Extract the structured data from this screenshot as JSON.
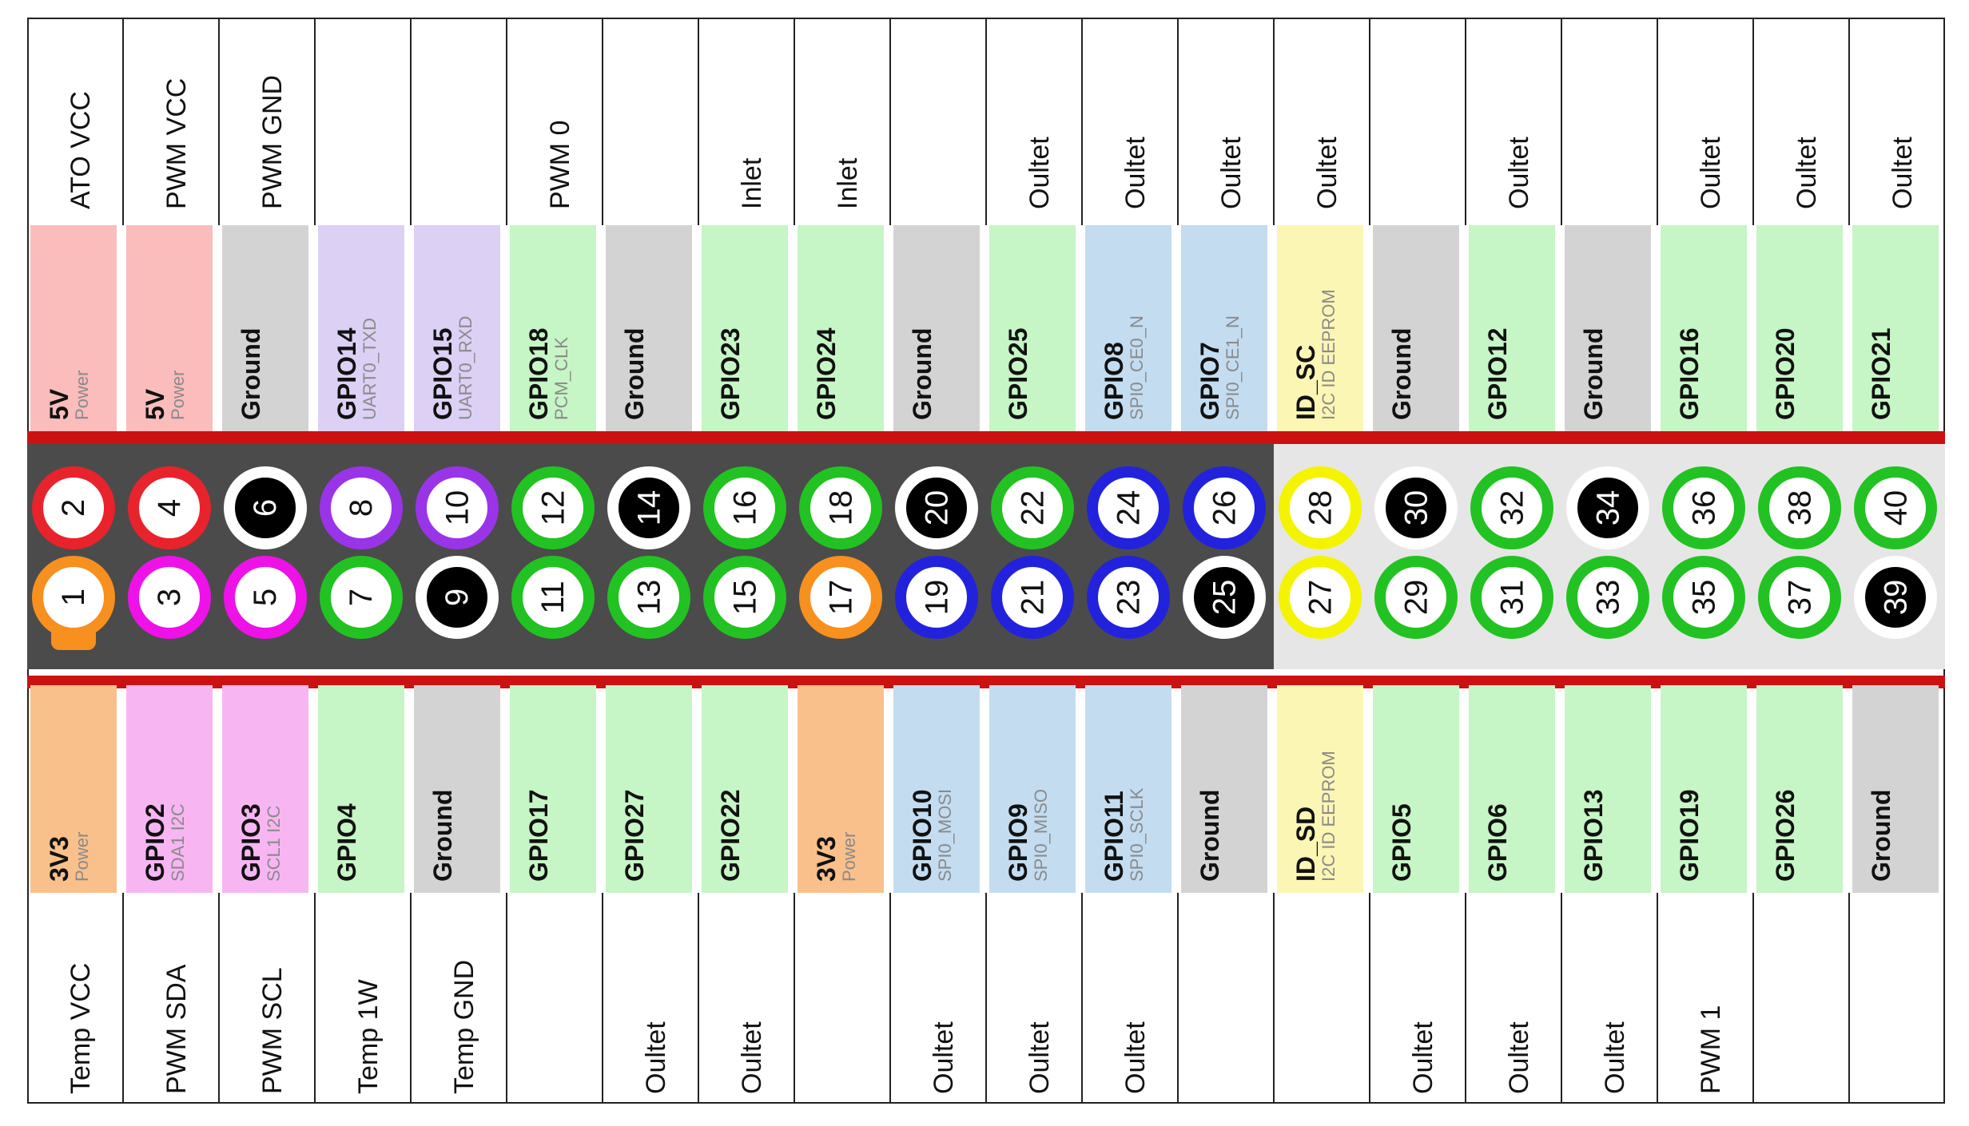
{
  "columns": [
    {
      "top_label": "ATO  VCC",
      "even": {
        "num": "2",
        "name": "5V",
        "sub": "Power",
        "type": "power5"
      },
      "odd": {
        "num": "1",
        "name": "3V3",
        "sub": "Power",
        "type": "power3"
      },
      "bottom_label": "Temp VCC"
    },
    {
      "top_label": "PWM VCC",
      "even": {
        "num": "4",
        "name": "5V",
        "sub": "Power",
        "type": "power5"
      },
      "odd": {
        "num": "3",
        "name": "GPIO2",
        "sub": "SDA1 I2C",
        "type": "i2c"
      },
      "bottom_label": "PWM SDA"
    },
    {
      "top_label": "PWM GND",
      "even": {
        "num": "6",
        "name": "Ground",
        "sub": "",
        "type": "ground"
      },
      "odd": {
        "num": "5",
        "name": "GPIO3",
        "sub": "SCL1 I2C",
        "type": "i2c"
      },
      "bottom_label": "PWM SCL"
    },
    {
      "top_label": "",
      "even": {
        "num": "8",
        "name": "GPIO14",
        "sub": "UART0_TXD",
        "type": "uart"
      },
      "odd": {
        "num": "7",
        "name": "GPIO4",
        "sub": "",
        "type": "gpio"
      },
      "bottom_label": "Temp 1W"
    },
    {
      "top_label": "",
      "even": {
        "num": "10",
        "name": "GPIO15",
        "sub": "UART0_RXD",
        "type": "uart"
      },
      "odd": {
        "num": "9",
        "name": "Ground",
        "sub": "",
        "type": "ground"
      },
      "bottom_label": "Temp GND"
    },
    {
      "top_label": "PWM 0",
      "even": {
        "num": "12",
        "name": "GPIO18",
        "sub": "PCM_CLK",
        "type": "gpio"
      },
      "odd": {
        "num": "11",
        "name": "GPIO17",
        "sub": "",
        "type": "gpio"
      },
      "bottom_label": ""
    },
    {
      "top_label": "",
      "even": {
        "num": "14",
        "name": "Ground",
        "sub": "",
        "type": "ground"
      },
      "odd": {
        "num": "13",
        "name": "GPIO27",
        "sub": "",
        "type": "gpio"
      },
      "bottom_label": "Oultet"
    },
    {
      "top_label": "Inlet",
      "even": {
        "num": "16",
        "name": "GPIO23",
        "sub": "",
        "type": "gpio"
      },
      "odd": {
        "num": "15",
        "name": "GPIO22",
        "sub": "",
        "type": "gpio"
      },
      "bottom_label": "Oultet"
    },
    {
      "top_label": "Inlet",
      "even": {
        "num": "18",
        "name": "GPIO24",
        "sub": "",
        "type": "gpio"
      },
      "odd": {
        "num": "17",
        "name": "3V3",
        "sub": "Power",
        "type": "power3"
      },
      "bottom_label": ""
    },
    {
      "top_label": "",
      "even": {
        "num": "20",
        "name": "Ground",
        "sub": "",
        "type": "ground"
      },
      "odd": {
        "num": "19",
        "name": "GPIO10",
        "sub": "SPI0_MOSI",
        "type": "spi"
      },
      "bottom_label": "Oultet"
    },
    {
      "top_label": "Oultet",
      "even": {
        "num": "22",
        "name": "GPIO25",
        "sub": "",
        "type": "gpio"
      },
      "odd": {
        "num": "21",
        "name": "GPIO9",
        "sub": "SPI0_MISO",
        "type": "spi"
      },
      "bottom_label": "Oultet"
    },
    {
      "top_label": "Oultet",
      "even": {
        "num": "24",
        "name": "GPIO8",
        "sub": "SPI0_CE0_N",
        "type": "spi"
      },
      "odd": {
        "num": "23",
        "name": "GPIO11",
        "sub": "SPI0_SCLK",
        "type": "spi"
      },
      "bottom_label": "Oultet"
    },
    {
      "top_label": "Oultet",
      "even": {
        "num": "26",
        "name": "GPIO7",
        "sub": "SPI0_CE1_N",
        "type": "spi"
      },
      "odd": {
        "num": "25",
        "name": "Ground",
        "sub": "",
        "type": "ground"
      },
      "bottom_label": ""
    },
    {
      "top_label": "Oultet",
      "even": {
        "num": "28",
        "name": "ID_SC",
        "sub": "I2C ID EEPROM",
        "type": "id"
      },
      "odd": {
        "num": "27",
        "name": "ID_SD",
        "sub": "I2C ID EEPROM",
        "type": "id"
      },
      "bottom_label": ""
    },
    {
      "top_label": "",
      "even": {
        "num": "30",
        "name": "Ground",
        "sub": "",
        "type": "ground"
      },
      "odd": {
        "num": "29",
        "name": "GPIO5",
        "sub": "",
        "type": "gpio"
      },
      "bottom_label": "Oultet"
    },
    {
      "top_label": "Oultet",
      "even": {
        "num": "32",
        "name": "GPIO12",
        "sub": "",
        "type": "gpio"
      },
      "odd": {
        "num": "31",
        "name": "GPIO6",
        "sub": "",
        "type": "gpio"
      },
      "bottom_label": "Oultet"
    },
    {
      "top_label": "",
      "even": {
        "num": "34",
        "name": "Ground",
        "sub": "",
        "type": "ground"
      },
      "odd": {
        "num": "33",
        "name": "GPIO13",
        "sub": "",
        "type": "gpio"
      },
      "bottom_label": "Oultet"
    },
    {
      "top_label": "Oultet",
      "even": {
        "num": "36",
        "name": "GPIO16",
        "sub": "",
        "type": "gpio"
      },
      "odd": {
        "num": "35",
        "name": "GPIO19",
        "sub": "",
        "type": "gpio"
      },
      "bottom_label": "PWM 1"
    },
    {
      "top_label": "Oultet",
      "even": {
        "num": "38",
        "name": "GPIO20",
        "sub": "",
        "type": "gpio"
      },
      "odd": {
        "num": "37",
        "name": "GPIO26",
        "sub": "",
        "type": "gpio"
      },
      "bottom_label": ""
    },
    {
      "top_label": "Oultet",
      "even": {
        "num": "40",
        "name": "GPIO21",
        "sub": "",
        "type": "gpio"
      },
      "odd": {
        "num": "39",
        "name": "Ground",
        "sub": "",
        "type": "ground"
      },
      "bottom_label": ""
    }
  ],
  "colors": {
    "power5": {
      "tag": "#fbbcbc",
      "ring": "#e8232b",
      "fill": "#ffffff",
      "text": "#111111"
    },
    "power3": {
      "tag": "#f9c08c",
      "ring": "#f7901e",
      "fill": "#ffffff",
      "text": "#111111"
    },
    "i2c": {
      "tag": "#f7b6f2",
      "ring": "#ee12e8",
      "fill": "#ffffff",
      "text": "#111111"
    },
    "ground": {
      "tag": "#d3d3d3",
      "ring": "#ffffff",
      "fill": "#000000",
      "text": "#ffffff"
    },
    "uart": {
      "tag": "#dcd0f5",
      "ring": "#9a34e8",
      "fill": "#ffffff",
      "text": "#111111"
    },
    "gpio": {
      "tag": "#c6f5c6",
      "ring": "#22c222",
      "fill": "#ffffff",
      "text": "#111111"
    },
    "spi": {
      "tag": "#c3dcf0",
      "ring": "#2222dd",
      "fill": "#ffffff",
      "text": "#111111"
    },
    "id": {
      "tag": "#fbf6b4",
      "ring": "#f4f400",
      "fill": "#ffffff",
      "text": "#111111"
    },
    "header_bg_dark": "#4b4b4b",
    "header_bg_light": "#e6e6e6",
    "rail": "#cc1111"
  }
}
